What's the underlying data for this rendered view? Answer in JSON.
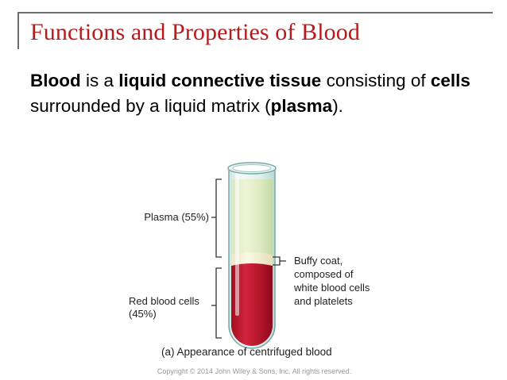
{
  "slide": {
    "title": "Functions and Properties of Blood",
    "body": {
      "s1": "Blood",
      "s2": " is a ",
      "s3": "liquid connective tissue",
      "s4": " consisting of ",
      "s5": "cells",
      "s6": " surrounded by a liquid matrix (",
      "s7": "plasma",
      "s8": ")."
    }
  },
  "figure": {
    "label_plasma": "Plasma (55%)",
    "label_rbc_line1": "Red blood cells",
    "label_rbc_line2": "(45%)",
    "label_buffy_line1": "Buffy coat,",
    "label_buffy_line2": "composed of",
    "label_buffy_line3": "white blood cells",
    "label_buffy_line4": "and platelets",
    "caption": "(a) Appearance of centrifuged blood"
  },
  "footer": {
    "copyright": "Copyright © 2014 John Wiley & Sons, Inc. All rights reserved."
  }
}
